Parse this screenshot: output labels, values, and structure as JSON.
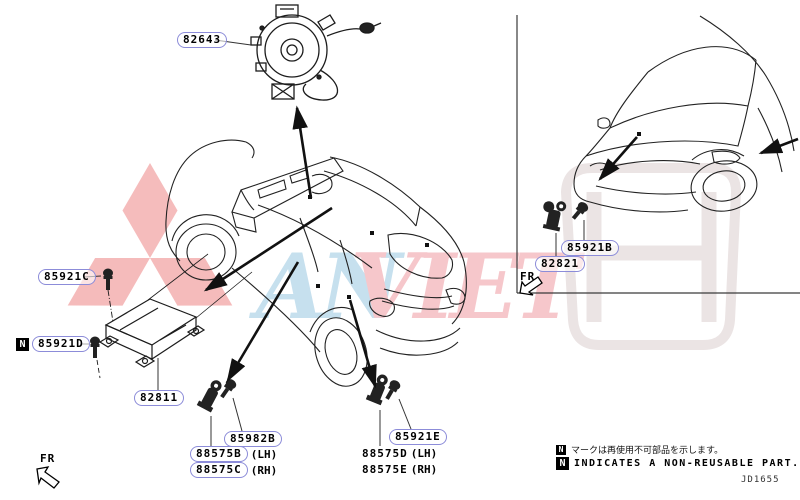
{
  "watermarks": {
    "an": "AN",
    "viet": "VIET"
  },
  "main_view": {
    "clock_spring_label": "82643",
    "bolt_upper_label": "85921C",
    "bolt_lower_label": "85921D",
    "non_reusable_mark": "N",
    "ecu_label": "82811",
    "sensor_bolt_label": "85982B",
    "front_side_sensor": {
      "lh": "88575B",
      "lh_side": "(LH)",
      "rh": "88575C",
      "rh_side": "(RH)"
    },
    "rear_side_sensor": {
      "lh": "88575D",
      "lh_side": "(LH)",
      "rh": "88575E",
      "rh_side": "(RH)"
    },
    "rear_sensor_bolt_label": "85921E",
    "fr_label": "FR"
  },
  "front_view_panel": {
    "front_sensor_label": "82821",
    "front_sensor_bolt_label": "85921B",
    "fr_label": "FR"
  },
  "footer": {
    "non_reusable_mark": "N",
    "note_jp": "マークは再使用不可部品を示します。",
    "note_en": "INDICATES A NON-REUSABLE PART.",
    "doc_code": "JD1655"
  }
}
